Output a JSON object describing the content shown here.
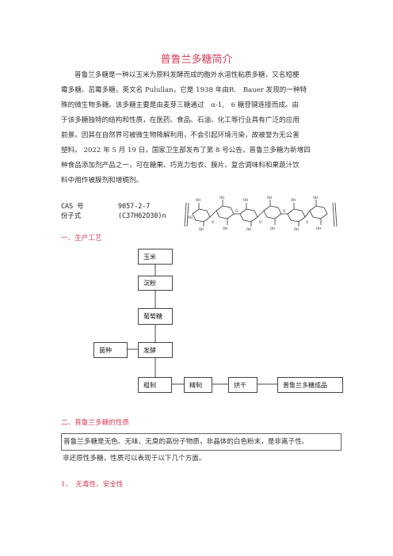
{
  "doc": {
    "title": "普鲁兰多糖简介",
    "intro_lines": [
      "普鲁兰多糖是一种以玉米为原料发酵而成的胞外水溶性粘质多糖，又名短梗",
      "霉多糖、茁霉多糖，英文名 Pulullan，它是 1938 年由R.　Bauer 发现的一种特",
      "殊的微生物多糖。该多糖主要是由麦芽三糖通过　α-1,　6 糖苷键连接而成。由",
      "于该多糖独特的结构和性质，在医药、食品、石油、化工等行业具有广泛的应用",
      "前景。因其在自然界可被微生物降解利用，不会引起环境污染，故被誉为无公害",
      "塑料。 2022 年 5 月 19 日，国家卫生部发布了第 8 号公告，普鲁兰多糖为新增四",
      "种食品添加剂产品之一，可在糖果、巧克力包衣、膜片、复合调味料和果蔬汁饮",
      "料中用作被膜剂和增稠剂。"
    ],
    "props": [
      {
        "key": "CAS 号",
        "value": "9057-2-7"
      },
      {
        "key": "份子式",
        "value": "(C37H62O30)n"
      }
    ],
    "section1_heading": "一、生产工艺",
    "flow": {
      "corn": "玉米",
      "starch": "淀粉",
      "glucose": "葡萄糖",
      "strain": "菌种",
      "ferment": "发酵",
      "crude": "粗制",
      "refine": "精制",
      "dry": "烘干",
      "product": "普鲁兰多糖成品"
    },
    "section2_heading": "二、普鲁兰多糖的性质",
    "properties_lines": [
      "普鲁兰多糖是无色、无味、无臭的高份子物质，非晶体的白色粉末，是非离子性、",
      "非还原性多糖，性质可以表现于以下几个方面。"
    ],
    "subheading": "1、　无毒性、安全性",
    "colors": {
      "accent": "#d4405b",
      "text": "#333333",
      "border": "#444444"
    }
  }
}
